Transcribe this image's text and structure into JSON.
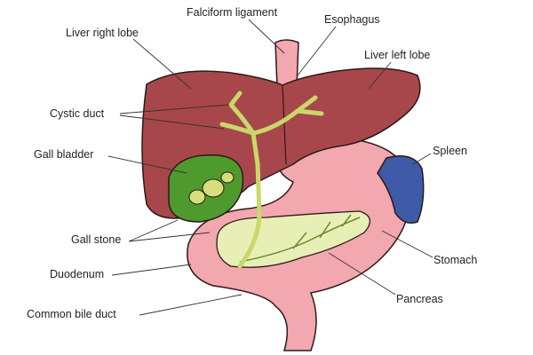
{
  "labels": {
    "falciform_ligament": "Falciform ligament",
    "esophagus": "Esophagus",
    "liver_right_lobe": "Liver right lobe",
    "liver_left_lobe": "Liver left lobe",
    "cystic_duct": "Cystic duct",
    "gall_bladder": "Gall bladder",
    "spleen": "Spleen",
    "gall_stone": "Gall stone",
    "stomach": "Stomach",
    "duodenum": "Duodenum",
    "pancreas": "Pancreas",
    "common_bile_duct": "Common bile duct"
  },
  "colors": {
    "liver": "#a8474b",
    "stomach": "#f3a7ae",
    "pancreas": "#e8efb6",
    "gall_bladder": "#4f9a2c",
    "bile_duct": "#c8d86a",
    "spleen": "#3f5aa6",
    "outline": "#2a1a1a"
  }
}
